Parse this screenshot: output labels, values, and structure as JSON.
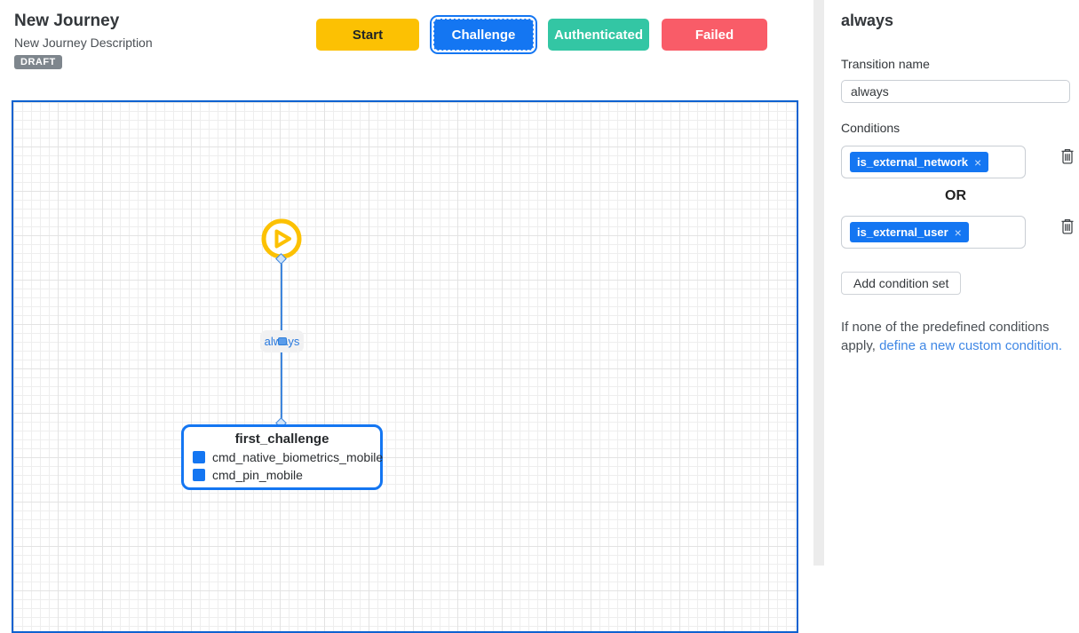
{
  "header": {
    "title": "New Journey",
    "subtitle": "New Journey Description",
    "badge": "DRAFT",
    "buttons": [
      {
        "id": "start",
        "label": "Start",
        "color": "#FCC103"
      },
      {
        "id": "challenge",
        "label": "Challenge",
        "color": "#1476F2",
        "selected": true
      },
      {
        "id": "authenticated",
        "label": "Authenticated",
        "color": "#33C6A4"
      },
      {
        "id": "failed",
        "label": "Failed",
        "color": "#F95C68"
      }
    ]
  },
  "canvas": {
    "edge_label": "always",
    "node": {
      "title": "first_challenge",
      "items": [
        "cmd_native_biometrics_mobile",
        "cmd_pin_mobile"
      ]
    },
    "colors": {
      "canvas_border": "#0D62D0",
      "edge": "#3E86DD",
      "node_border": "#1476F2",
      "start_icon": "#FCC103",
      "grid_line": "#EEEEEE"
    }
  },
  "sidebar": {
    "heading": "always",
    "transition_name_label": "Transition name",
    "transition_name_value": "always",
    "conditions_label": "Conditions",
    "condition_sets": [
      {
        "chips": [
          {
            "label": "is_external_network"
          }
        ]
      },
      {
        "chips": [
          {
            "label": "is_external_user"
          }
        ]
      }
    ],
    "or_label": "OR",
    "add_condition_set_label": "Add condition set",
    "footer_text": "If none of the predefined conditions apply, ",
    "footer_link": "define a new custom condition.",
    "chip_color": "#1476F2",
    "close_glyph": "×"
  }
}
